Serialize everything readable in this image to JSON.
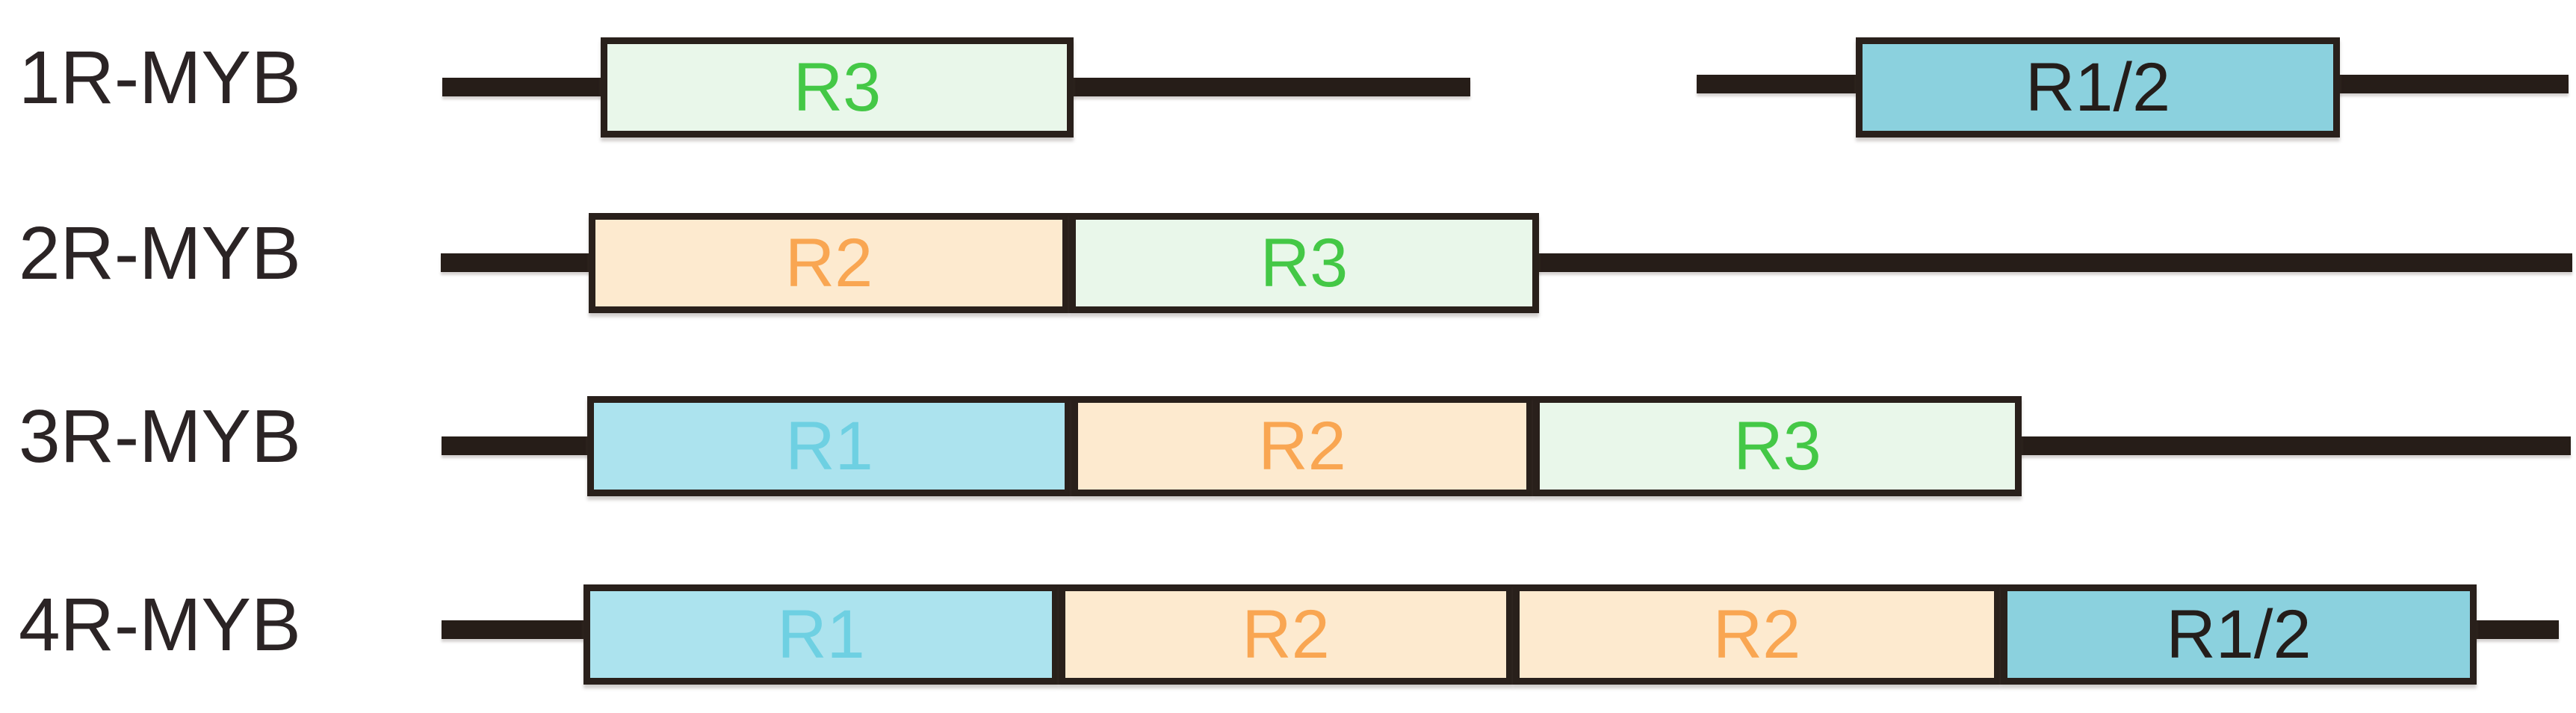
{
  "colors": {
    "background": "#ffffff",
    "backbone_line": "#261d18",
    "box_outline": "#29201b",
    "row_label_text": "#2b2425",
    "r1_fill": "#ace3ee",
    "r1_text": "#6ed0e2",
    "r2_fill": "#fdeacf",
    "r2_text": "#f9a652",
    "r3_fill": "#e9f7ea",
    "r3_text": "#44c846",
    "r12_fill": "#8bd1de",
    "r12_text": "#241d1a"
  },
  "rows": [
    {
      "label": "1R-MYB",
      "domains": [
        {
          "name": "R3",
          "fill": "#e9f7ea",
          "text_color": "#44c846"
        },
        {
          "name": "R1/2",
          "fill": "#8bd1de",
          "text_color": "#241d1a"
        }
      ]
    },
    {
      "label": "2R-MYB",
      "domains": [
        {
          "name": "R2",
          "fill": "#fdeacf",
          "text_color": "#f9a652"
        },
        {
          "name": "R3",
          "fill": "#e9f7ea",
          "text_color": "#44c846"
        }
      ]
    },
    {
      "label": "3R-MYB",
      "domains": [
        {
          "name": "R1",
          "fill": "#ace3ee",
          "text_color": "#6ed0e2"
        },
        {
          "name": "R2",
          "fill": "#fdeacf",
          "text_color": "#f9a652"
        },
        {
          "name": "R3",
          "fill": "#e9f7ea",
          "text_color": "#44c846"
        }
      ]
    },
    {
      "label": "4R-MYB",
      "domains": [
        {
          "name": "R1",
          "fill": "#ace3ee",
          "text_color": "#6ed0e2"
        },
        {
          "name": "R2",
          "fill": "#fdeacf",
          "text_color": "#f9a652"
        },
        {
          "name": "R2",
          "fill": "#fdeacf",
          "text_color": "#f9a652"
        },
        {
          "name": "R1/2",
          "fill": "#8bd1de",
          "text_color": "#241d1a"
        }
      ]
    }
  ]
}
